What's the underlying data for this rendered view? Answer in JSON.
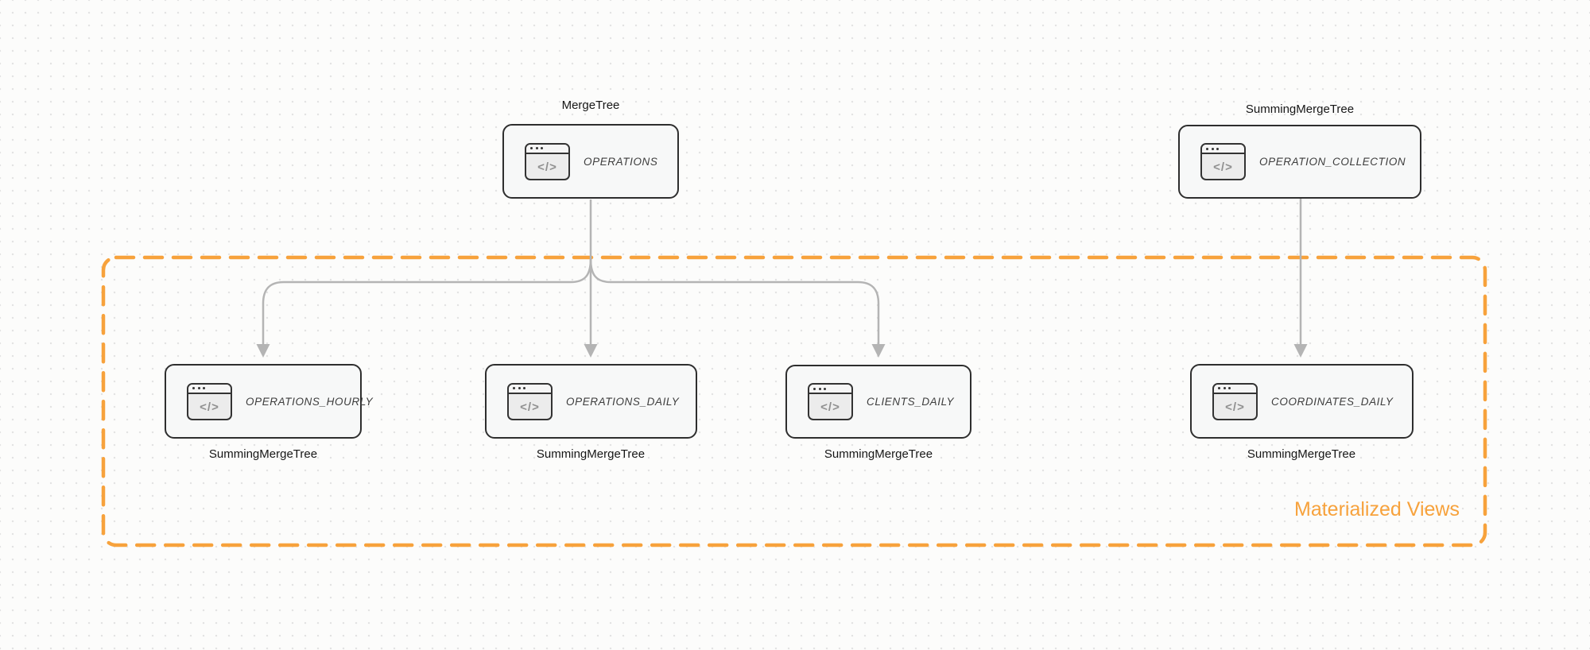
{
  "colors": {
    "accent_orange": "#f7a23c",
    "arrow_gray": "#b4b4b4",
    "node_border": "#2e2e2e",
    "node_fill": "#f7f8f8",
    "canvas_bg": "#fcfcfb",
    "dot_grid": "#e3e3e3",
    "engine_text": "#161616",
    "table_text": "#3d3d3d"
  },
  "icons": {
    "code_window_glyph": "</>"
  },
  "group": {
    "label": "Materialized Views"
  },
  "nodes": [
    {
      "id": "operations",
      "engine": "MergeTree",
      "table": "OPERATIONS"
    },
    {
      "id": "operation-collection",
      "engine": "SummingMergeTree",
      "table": "OPERATION_COLLECTION"
    },
    {
      "id": "operations-hourly",
      "engine": "SummingMergeTree",
      "table": "OPERATIONS_HOURLY"
    },
    {
      "id": "operations-daily",
      "engine": "SummingMergeTree",
      "table": "OPERATIONS_DAILY"
    },
    {
      "id": "clients-daily",
      "engine": "SummingMergeTree",
      "table": "CLIENTS_DAILY"
    },
    {
      "id": "coordinates-daily",
      "engine": "SummingMergeTree",
      "table": "COORDINATES_DAILY"
    }
  ],
  "edges": [
    {
      "from": "OPERATIONS",
      "to": "OPERATIONS_HOURLY"
    },
    {
      "from": "OPERATIONS",
      "to": "OPERATIONS_DAILY"
    },
    {
      "from": "OPERATIONS",
      "to": "CLIENTS_DAILY"
    },
    {
      "from": "OPERATION_COLLECTION",
      "to": "COORDINATES_DAILY"
    }
  ]
}
